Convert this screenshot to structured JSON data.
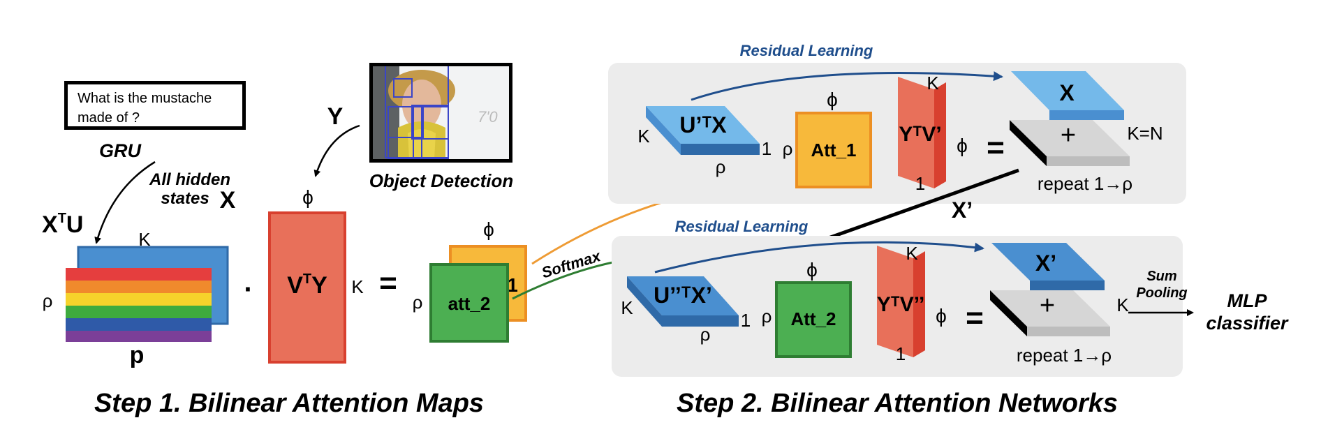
{
  "question": "What is the mustache made of ?",
  "labels": {
    "gru": "GRU",
    "all_hidden_states_1": "All hidden",
    "all_hidden_states_2": "states",
    "x": "X",
    "xtu_main": "X",
    "xtu_sup": "T",
    "xtu_end": "U",
    "y": "Y",
    "object_detection": "Object Detection",
    "phi": "ϕ",
    "rho": "ρ",
    "k": "K",
    "one": "1",
    "p": "p",
    "dot": "·",
    "equals": "=",
    "vty_main": "V",
    "vty_sup": "T",
    "vty_end": "Y",
    "att2_small": "att_2",
    "one_small": "1",
    "softmax": "Softmax",
    "residual_learning": "Residual Learning",
    "utx": "U’ᵀX",
    "att1": "Att_1",
    "ytv1": "YᵀV’",
    "x_out": "X",
    "plus": "+",
    "k_eq_n": "K=N",
    "repeat": "repeat 1→ρ",
    "x_prime": "X’",
    "uttx": "U’’ᵀX’",
    "att2": "Att_2",
    "ytv2": "YᵀV’’",
    "x_prime_out": "X’",
    "sum_pooling_1": "Sum",
    "sum_pooling_2": "Pooling",
    "mlp_1": "MLP",
    "mlp_2": "classifier",
    "step1": "Step 1. Bilinear Attention Maps",
    "step2": "Step 2. Bilinear Attention Networks"
  },
  "colors": {
    "blue_light": "#74b9ea",
    "blue_mid": "#4a8fd0",
    "blue_dark": "#2f6aa8",
    "red": "#e8705a",
    "red_dark": "#d8402f",
    "orange": "#f7b93b",
    "orange_border": "#ec8f23",
    "green": "#4caf52",
    "green_border": "#2e7d32",
    "panel": "#ececec",
    "arrow_blue": "#1f4e8c",
    "arrow_orange": "#ee9b34",
    "arrow_green": "#2e7d32",
    "rainbow": [
      "#e53e3e",
      "#f08a2c",
      "#f6d32b",
      "#3eab3e",
      "#2f5aa8",
      "#7b3f98"
    ]
  }
}
